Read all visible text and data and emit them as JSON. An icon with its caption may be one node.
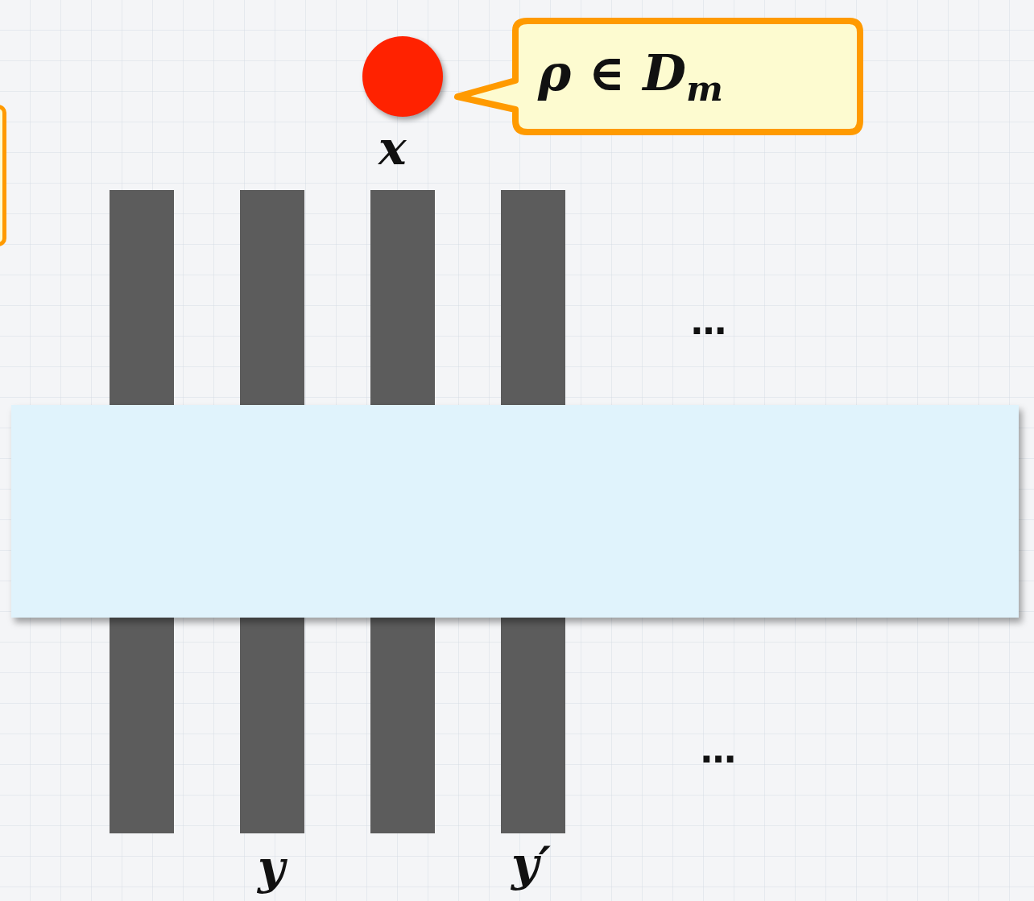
{
  "diagram": {
    "nodes": [
      {
        "text": [],
        "shape": "box"
      },
      {
        "text": [],
        "shape": "circle",
        "beside": [
          "x"
        ]
      },
      {
        "text": [
          "*ρ* ∈ *D*$_{m}$"
        ]
      },
      {
        "text": [],
        "shape": "bar"
      },
      {
        "text": [],
        "shape": "bar",
        "beside": [
          "y"
        ]
      },
      {
        "text": [],
        "shape": "bar"
      },
      {
        "text": [],
        "shape": "bar",
        "beside": [
          "y′"
        ]
      },
      {
        "text": [],
        "shape": "box"
      }
    ],
    "labels": [
      "…",
      "…"
    ]
  }
}
